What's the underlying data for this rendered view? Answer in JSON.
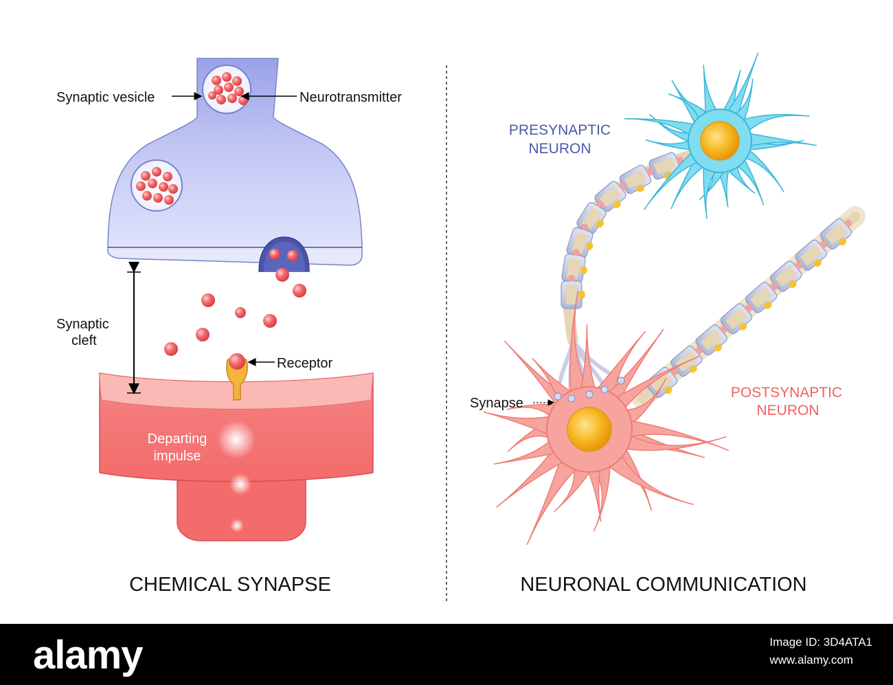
{
  "chemical_synapse": {
    "title": "CHEMICAL SYNAPSE",
    "labels": {
      "synaptic_vesicle": "Synaptic vesicle",
      "neurotransmitter": "Neurotransmitter",
      "synaptic_cleft_line1": "Synaptic",
      "synaptic_cleft_line2": "cleft",
      "receptor": "Receptor",
      "departing_impulse_line1": "Departing",
      "departing_impulse_line2": "impulse"
    }
  },
  "neuronal_communication": {
    "title": "NEURONAL COMMUNICATION",
    "labels": {
      "presynaptic_line1": "PRESYNAPTIC",
      "presynaptic_line2": "NEURON",
      "postsynaptic_line1": "POSTSYNAPTIC",
      "postsynaptic_line2": "NEURON",
      "synapse": "Synapse"
    }
  },
  "footer": {
    "brand": "alamy",
    "image_id": "Image ID: 3D4ATA1",
    "site": "www.alamy.com"
  },
  "colors": {
    "presynaptic_terminal": "#b9bff2",
    "postsynaptic_body": "#f46b6b",
    "neurotransmitter": "#e8555a",
    "presynaptic_neuron": "#5fd0ea",
    "postsynaptic_neuron": "#f29c96",
    "nucleus": "#f6b21c",
    "presynaptic_label": "#4a5aa8",
    "postsynaptic_label": "#f06060"
  }
}
